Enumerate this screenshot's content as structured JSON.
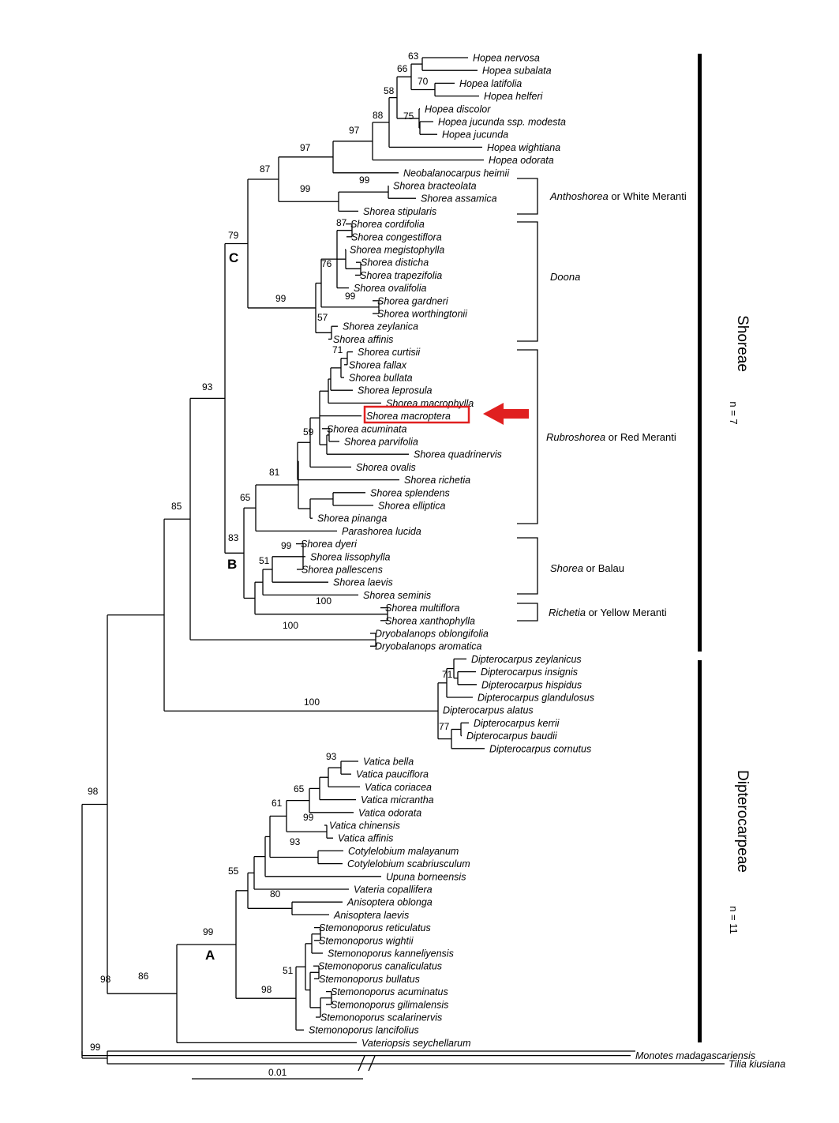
{
  "highlight_color": "#e02020",
  "highlighted_taxon": "Shorea macroptera",
  "arrow_icon": "red-left-arrow",
  "scale_bar": {
    "label": "0.01"
  },
  "taxa": [
    "Hopea nervosa",
    "Hopea subalata",
    "Hopea latifolia",
    "Hopea helferi",
    "Hopea discolor",
    "Hopea jucunda ssp. modesta",
    "Hopea jucunda",
    "Hopea wightiana",
    "Hopea odorata",
    "Neobalanocarpus heimii",
    "Shorea bracteolata",
    "Shorea assamica",
    "Shorea stipularis",
    "Shorea cordifolia",
    "Shorea congestiflora",
    "Shorea megistophylla",
    "Shorea disticha",
    "Shorea trapezifolia",
    "Shorea ovalifolia",
    "Shorea gardneri",
    "Shorea worthingtonii",
    "Shorea zeylanica",
    "Shorea affinis",
    "Shorea curtisii",
    "Shorea fallax",
    "Shorea bullata",
    "Shorea leprosula",
    "Shorea macrophylla",
    "Shorea macroptera",
    "Shorea acuminata",
    "Shorea parvifolia",
    "Shorea quadrinervis",
    "Shorea ovalis",
    "Shorea richetia",
    "Shorea splendens",
    "Shorea elliptica",
    "Shorea pinanga",
    "Parashorea lucida",
    "Shorea dyeri",
    "Shorea lissophylla",
    "Shorea pallescens",
    "Shorea laevis",
    "Shorea seminis",
    "Shorea multiflora",
    "Shorea xanthophylla",
    "Dryobalanops oblongifolia",
    "Dryobalanops aromatica",
    "Dipterocarpus zeylanicus",
    "Dipterocarpus insignis",
    "Dipterocarpus hispidus",
    "Dipterocarpus glandulosus",
    "Dipterocarpus alatus",
    "Dipterocarpus kerrii",
    "Dipterocarpus baudii",
    "Dipterocarpus cornutus",
    "Vatica bella",
    "Vatica pauciflora",
    "Vatica coriacea",
    "Vatica micrantha",
    "Vatica odorata",
    "Vatica chinensis",
    "Vatica affinis",
    "Cotylelobium malayanum",
    "Cotylelobium scabriusculum",
    "Upuna borneensis",
    "Vateria copallifera",
    "Anisoptera oblonga",
    "Anisoptera laevis",
    "Stemonoporus reticulatus",
    "Stemonoporus wightii",
    "Stemonoporus kanneliyensis",
    "Stemonoporus canaliculatus",
    "Stemonoporus bullatus",
    "Stemonoporus acuminatus",
    "Stemonoporus gilimalensis",
    "Stemonoporus scalarinervis",
    "Stemonoporus lancifolius",
    "Vateriopsis seychellarum",
    "Monotes madagascariensis",
    "Tilia kiusiana"
  ],
  "support_values": [
    "63",
    "66",
    "70",
    "58",
    "75",
    "88",
    "97",
    "97",
    "99",
    "99",
    "87",
    "87",
    "76",
    "99",
    "57",
    "99",
    "79",
    "71",
    "59",
    "81",
    "65",
    "99",
    "51",
    "100",
    "83",
    "100",
    "93",
    "71",
    "77",
    "100",
    "85",
    "93",
    "65",
    "99",
    "61",
    "93",
    "80",
    "55",
    "51",
    "98",
    "99",
    "98",
    "86",
    "98",
    "99"
  ],
  "clade_letters": [
    "A",
    "B",
    "C"
  ],
  "groups": [
    {
      "italic": "Anthoshorea",
      "rest": " or White Meranti"
    },
    {
      "italic": "Doona",
      "rest": ""
    },
    {
      "italic": "Rubroshorea",
      "rest": " or Red Meranti"
    },
    {
      "italic": "Shorea",
      "rest": " or Balau"
    },
    {
      "italic": "Richetia",
      "rest": " or Yellow Meranti"
    }
  ],
  "tribes": [
    {
      "name": "Shoreae",
      "count": "n = 7"
    },
    {
      "name": "Dipterocarpeae",
      "count": "n = 11"
    }
  ]
}
